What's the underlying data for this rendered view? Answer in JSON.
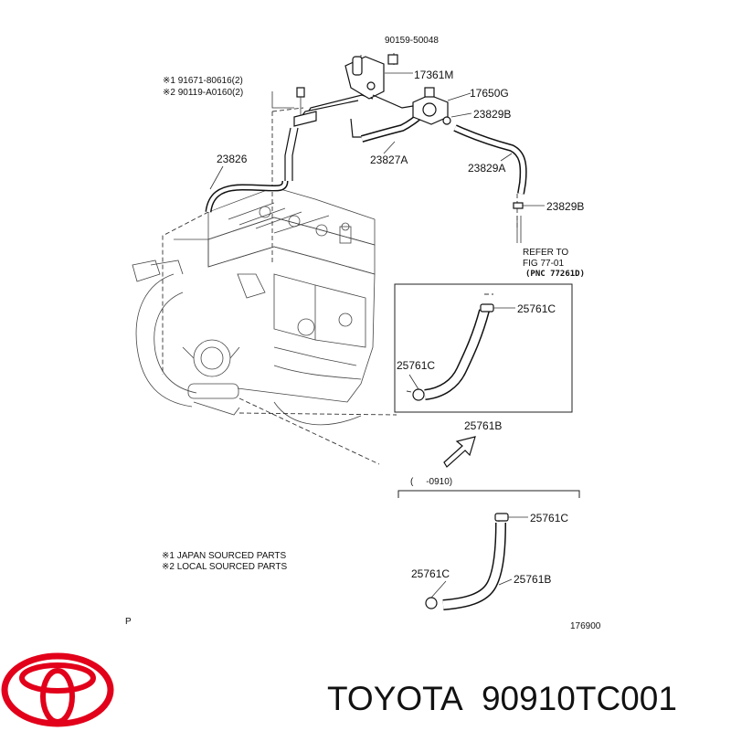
{
  "parts": {
    "p90159": "90159-50048",
    "p17361": "17361M",
    "p17650": "17650G",
    "p23829b_top": "23829B",
    "p23827a": "23827A",
    "p23829a": "23829A",
    "p23829b_mid": "23829B",
    "p23826": "23826",
    "note1": "※1 91671-80616(2)",
    "note2": "※2 90119-A0160(2)",
    "refer_line1": "REFER TO",
    "refer_line2": "FIG 77-01",
    "refer_line3": "(PNC 77261D)",
    "box_25761c_top": "25761C",
    "box_25761c_left": "25761C",
    "box_25761b": "25761B",
    "date_code": "(     -0910)",
    "low_25761c_top": "25761C",
    "low_25761c_left": "25761C",
    "low_25761b": "25761B"
  },
  "legend": {
    "line1": "※1 JAPAN SOURCED PARTS",
    "line2": "※2 LOCAL SOURCED PARTS"
  },
  "footer": {
    "page_mark": "P",
    "fig_number": "176900"
  },
  "brand": {
    "name": "TOYOTA",
    "part_number": "90910TC001",
    "logo_color": "#e2001a"
  }
}
